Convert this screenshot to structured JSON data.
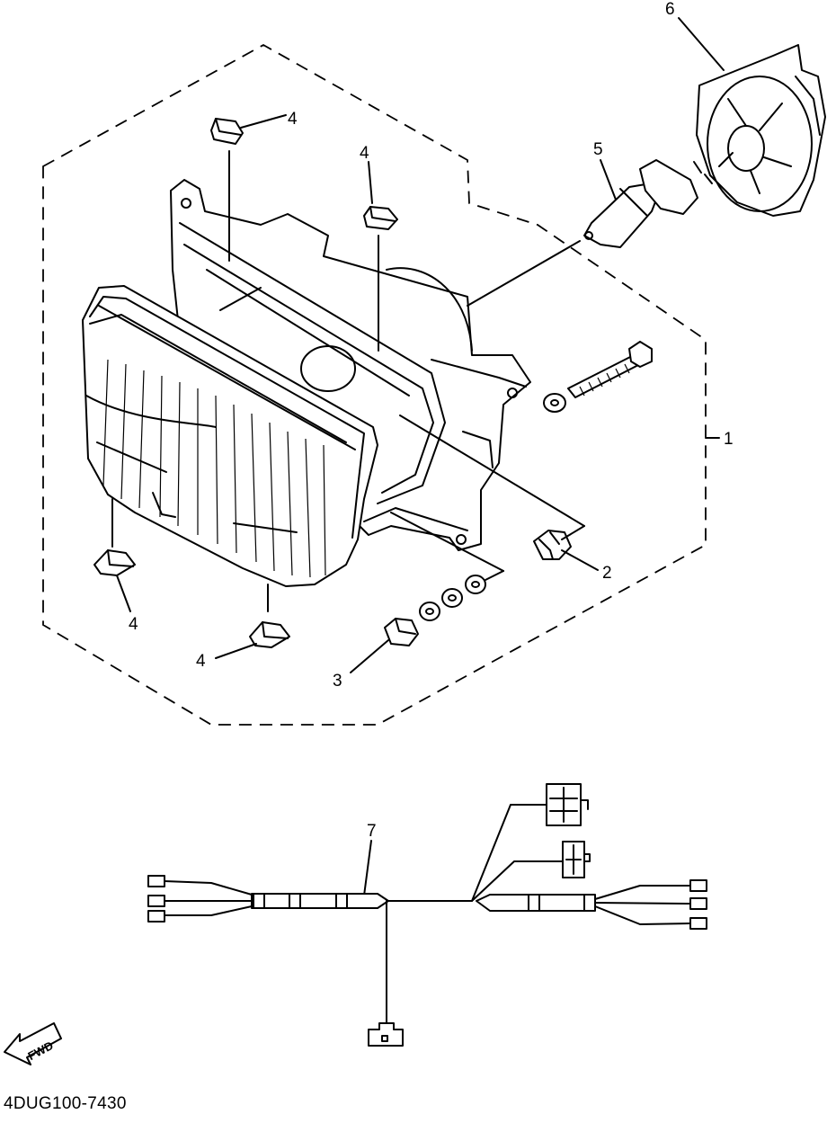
{
  "callouts": {
    "c1": "1",
    "c2": "2",
    "c3": "3",
    "c4a": "4",
    "c4b": "4",
    "c4c": "4",
    "c4d": "4",
    "c5": "5",
    "c6": "6",
    "c7": "7"
  },
  "fwd_label": "FWD",
  "diagram_code": "4DUG100-7430",
  "icons": {
    "fwd": "fwd-arrow-icon"
  }
}
